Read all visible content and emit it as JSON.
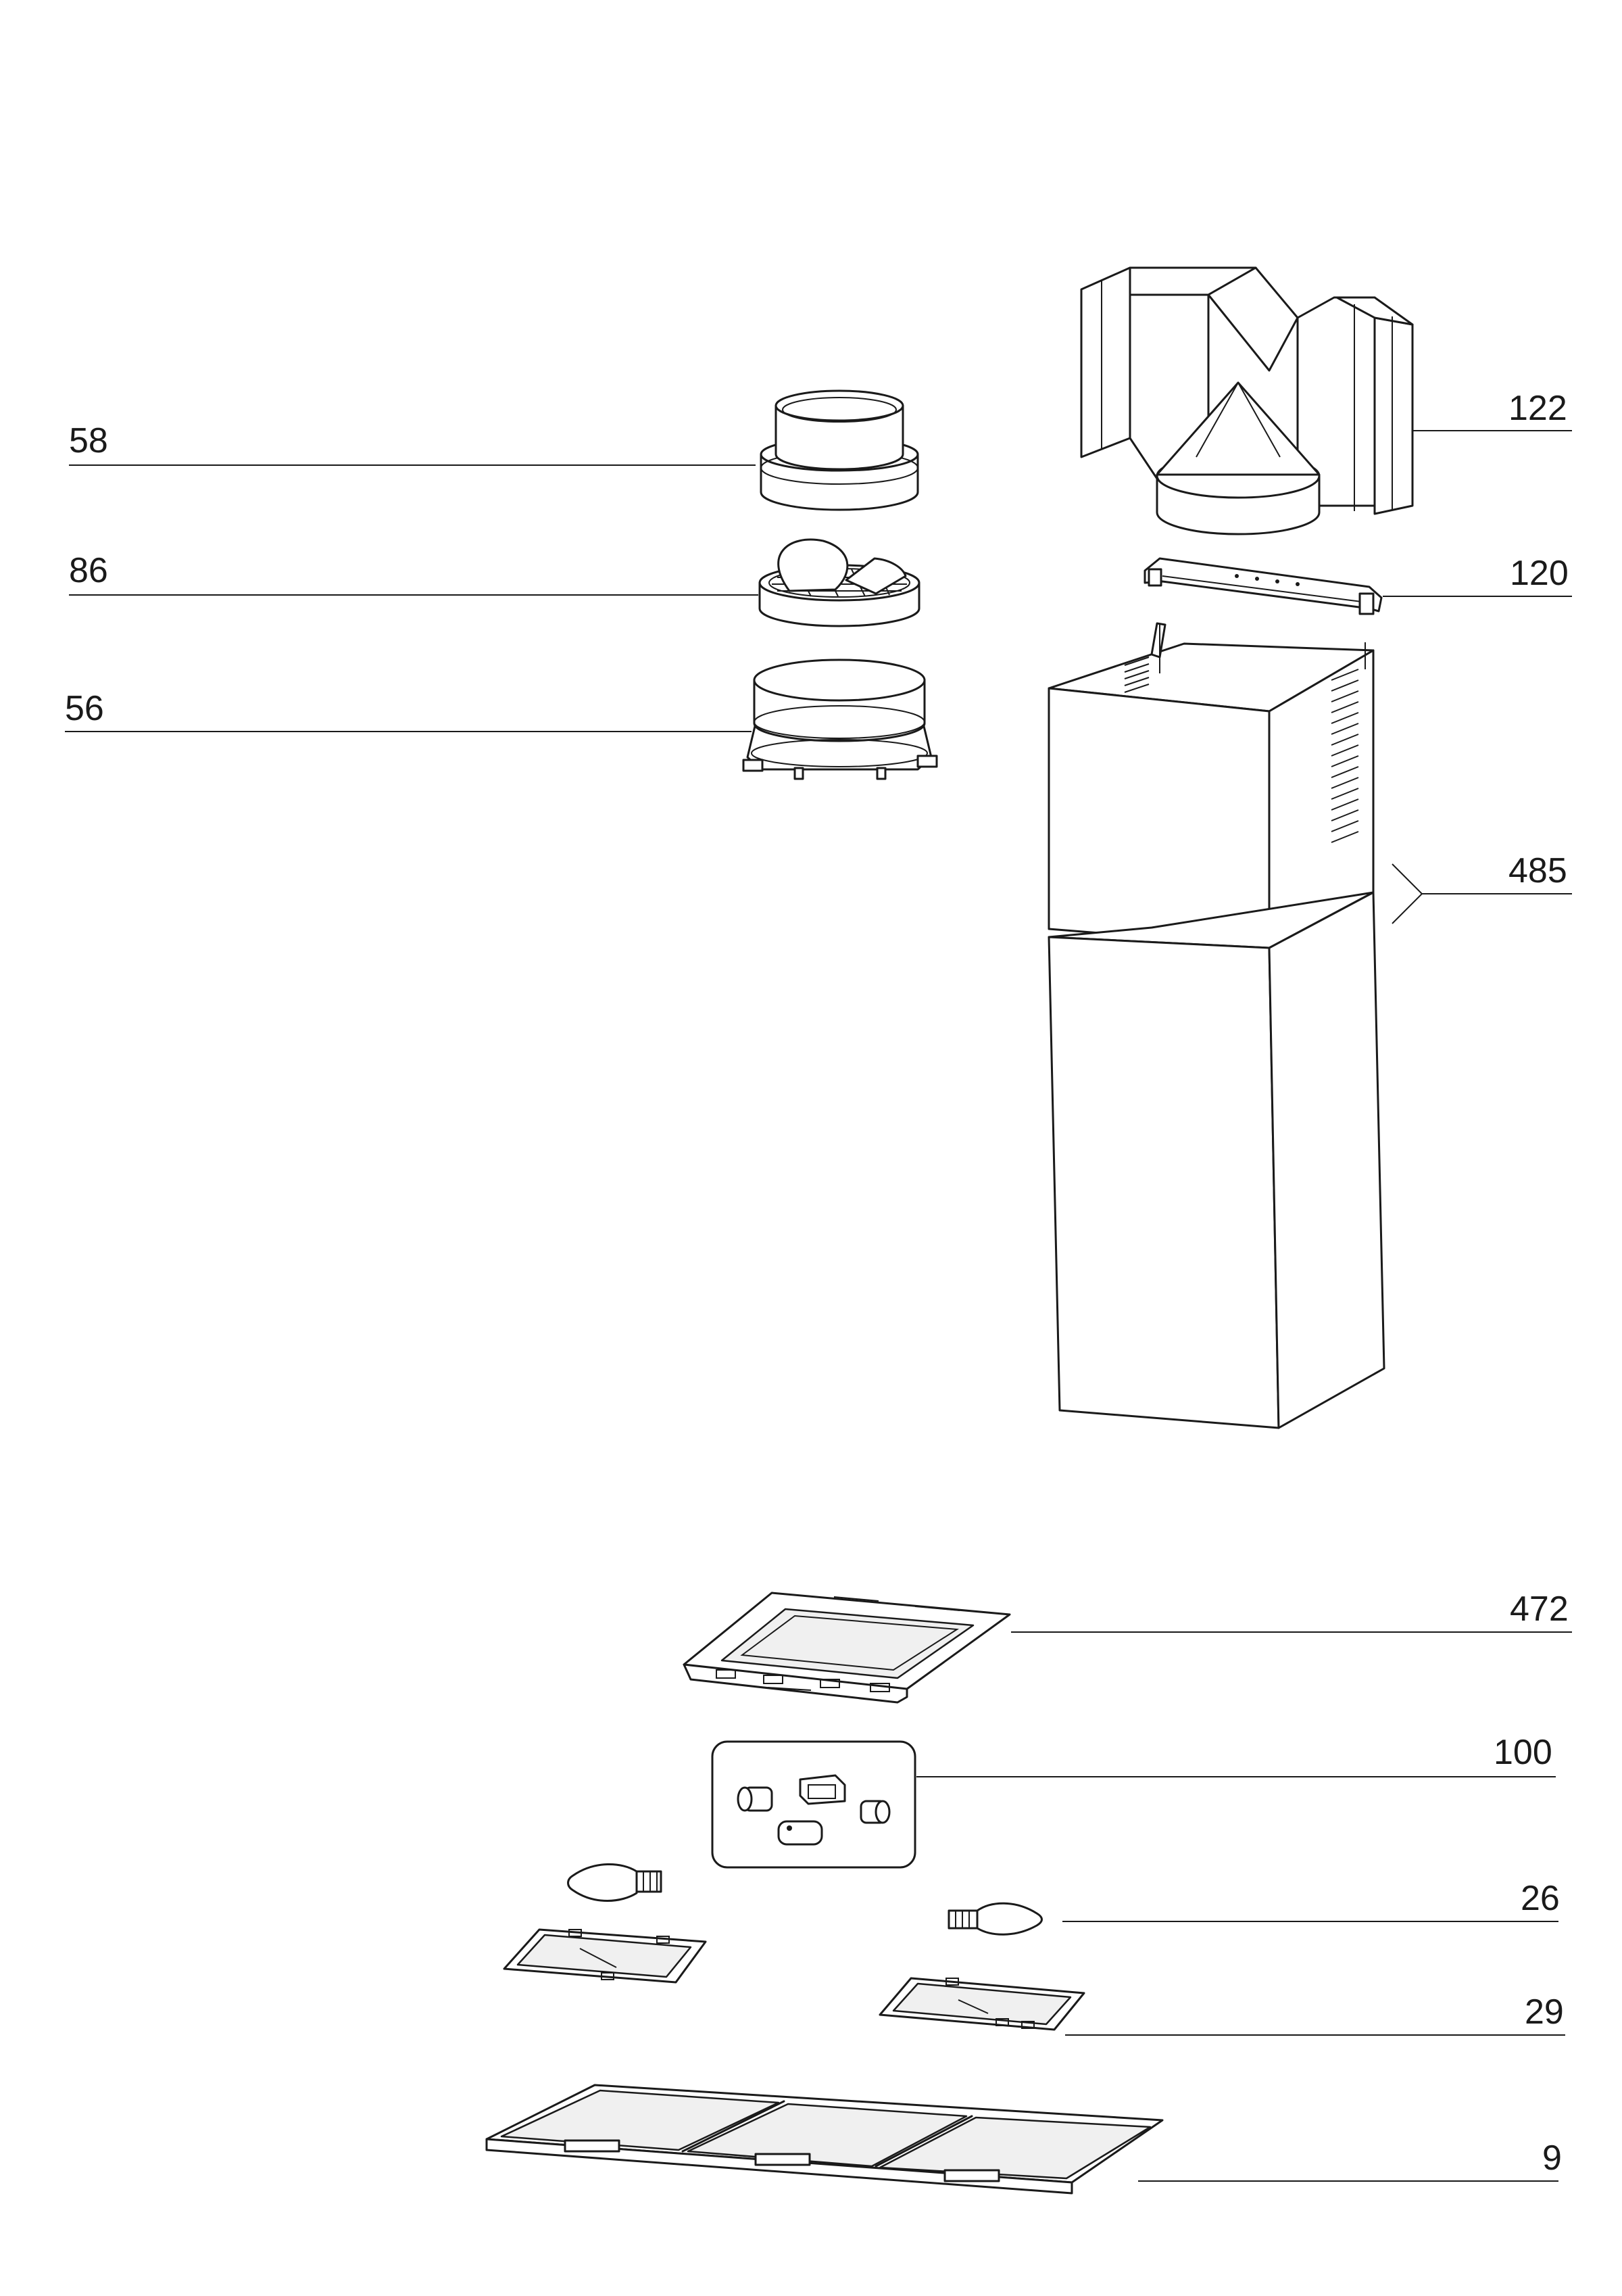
{
  "parts": [
    {
      "id": "p58",
      "number": "58"
    },
    {
      "id": "p86",
      "number": "86"
    },
    {
      "id": "p56",
      "number": "56"
    },
    {
      "id": "p122",
      "number": "122"
    },
    {
      "id": "p120",
      "number": "120"
    },
    {
      "id": "p485",
      "number": "485"
    },
    {
      "id": "p472",
      "number": "472"
    },
    {
      "id": "p100",
      "number": "100"
    },
    {
      "id": "p26",
      "number": "26"
    },
    {
      "id": "p29",
      "number": "29"
    },
    {
      "id": "p9",
      "number": "9"
    }
  ]
}
